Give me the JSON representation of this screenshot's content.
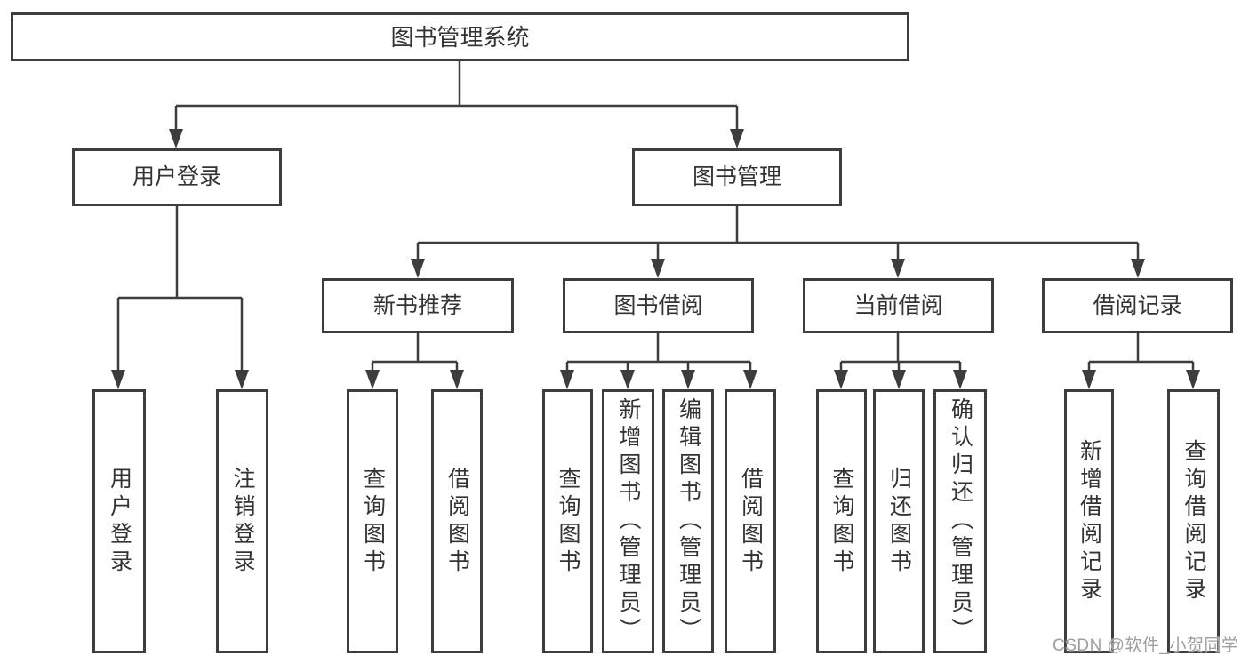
{
  "tree": {
    "root": "图书管理系统",
    "level1": [
      "用户登录",
      "图书管理"
    ],
    "level2": [
      "新书推荐",
      "图书借阅",
      "当前借阅",
      "借阅记录"
    ],
    "leaves": [
      "用户登录",
      "注销登录",
      "查询图书",
      "借阅图书",
      "查询图书",
      "新增图书（管理员）",
      "编辑图书（管理员）",
      "借阅图书",
      "查询图书",
      "归还图书",
      "确认归还（管理员）",
      "新增借阅记录",
      "查询借阅记录"
    ],
    "hierarchy": {
      "图书管理系统": {
        "用户登录": [
          "用户登录",
          "注销登录"
        ],
        "图书管理": {
          "新书推荐": [
            "查询图书",
            "借阅图书"
          ],
          "图书借阅": [
            "查询图书",
            "新增图书（管理员）",
            "编辑图书（管理员）",
            "借阅图书"
          ],
          "当前借阅": [
            "查询图书",
            "归还图书",
            "确认归还（管理员）"
          ],
          "借阅记录": [
            "新增借阅记录",
            "查询借阅记录"
          ]
        }
      }
    }
  },
  "watermark": "CSDN @软件_小贺同学",
  "colors": {
    "line": "#3d3d3d",
    "text": "#333333",
    "watermark": "#9e9e9e",
    "background": "#ffffff"
  }
}
